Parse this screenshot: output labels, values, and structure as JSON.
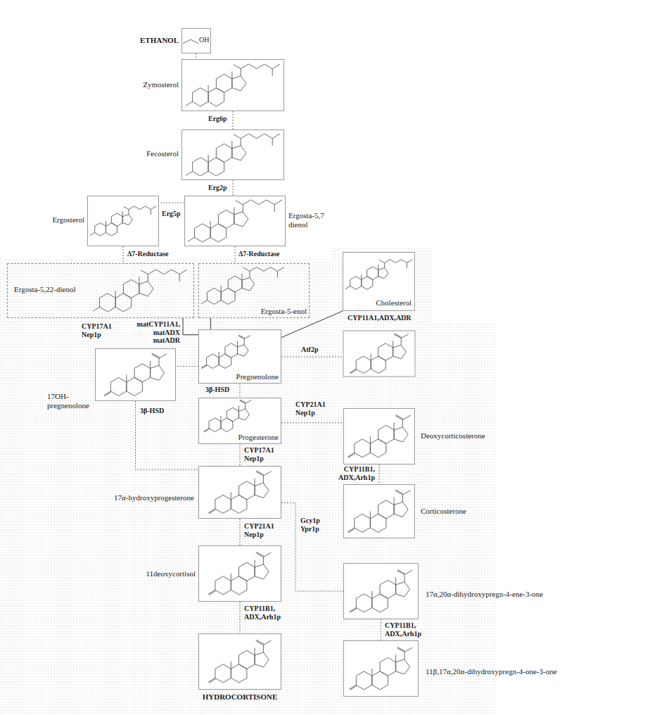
{
  "diagram": {
    "nodes": [
      {
        "text": [
          "ETHANOL"
        ]
      },
      {
        "text": [
          "Zymosterol"
        ]
      },
      {
        "text": [
          "Fecosterol"
        ]
      },
      {
        "text": [
          "Ergosterol"
        ]
      },
      {
        "text": [
          "Ergosta-5,7 dienol"
        ]
      },
      {
        "text": [
          "Ergosta-5,22-dienol"
        ]
      },
      {
        "text": [
          "Ergosta-5-enol"
        ]
      },
      {
        "text": [
          "Cholesterol"
        ]
      },
      {
        "text": [
          "Pregnenolone"
        ]
      },
      {
        "text": [
          "17OH- pregnenolone"
        ]
      },
      {
        "text": [
          "Progesterone"
        ]
      },
      {
        "text": [
          "Deoxycorticosterone"
        ]
      },
      {
        "text": [
          "17α-hydroxyprogesterone"
        ]
      },
      {
        "text": [
          "Corticosterone"
        ]
      },
      {
        "text": [
          "11deoxycortisol"
        ]
      },
      {
        "text": [
          "17α,20α-dihydroxypregn-4-ene-3-one"
        ]
      },
      {
        "text": [
          "HYDROCORTISONE"
        ]
      },
      {
        "text": [
          "11β,17α,20α-dihydroxypregn-4-one-3-one"
        ]
      }
    ],
    "edges": [
      {
        "from": 0,
        "to": 1,
        "arrow": "none"
      },
      {
        "from": 1,
        "to": 2,
        "arrow": "none"
      },
      {
        "from": 2,
        "to": 4,
        "arrow": "none"
      },
      {
        "from": 4,
        "to": 3,
        "arrow": "none"
      },
      {
        "from": 3,
        "to": 5,
        "arrow": "none"
      },
      {
        "from": 4,
        "to": 6,
        "arrow": "none"
      },
      {
        "from": 5,
        "to": 8,
        "arrow": "none"
      },
      {
        "from": 6,
        "to": 8,
        "arrow": "none"
      },
      {
        "from": 7,
        "to": 8,
        "arrow": "none"
      },
      {
        "from": 8,
        "to": 9,
        "arrow": "none"
      },
      {
        "from": 8,
        "to": 10,
        "arrow": "none"
      },
      {
        "from": 9,
        "to": 12,
        "arrow": "none"
      },
      {
        "from": 10,
        "to": 11,
        "arrow": "none"
      },
      {
        "from": 11,
        "to": 13,
        "arrow": "none"
      },
      {
        "from": 10,
        "to": 12,
        "arrow": "none"
      },
      {
        "from": 12,
        "to": 14,
        "arrow": "none"
      },
      {
        "from": 12,
        "to": 15,
        "arrow": "none"
      },
      {
        "from": 14,
        "to": 16,
        "arrow": "none"
      },
      {
        "from": 15,
        "to": 17,
        "arrow": "none"
      }
    ],
    "labels": [
      "OH",
      "Erg6p",
      "Erg2p",
      "Erg5p",
      "Δ7-Reductase",
      "Δ7-Reductase",
      "matCYP11A1, matADX matADR",
      "CYP11A1,ADX,ADR",
      "Atf2p",
      "CYP17A1 Nep1p",
      "3β-HSD",
      "3β-HSD",
      "CYP21A1 Nep1p",
      "CYP17A1 Nep1p",
      "CYP11B1, ADX,Arh1p",
      "Gcy1p Ypr1p",
      "CYP21A1 Nep1p",
      "CYP11B1, ADX,Arh1p",
      "CYP11B1, ADX,Arh1p"
    ]
  }
}
